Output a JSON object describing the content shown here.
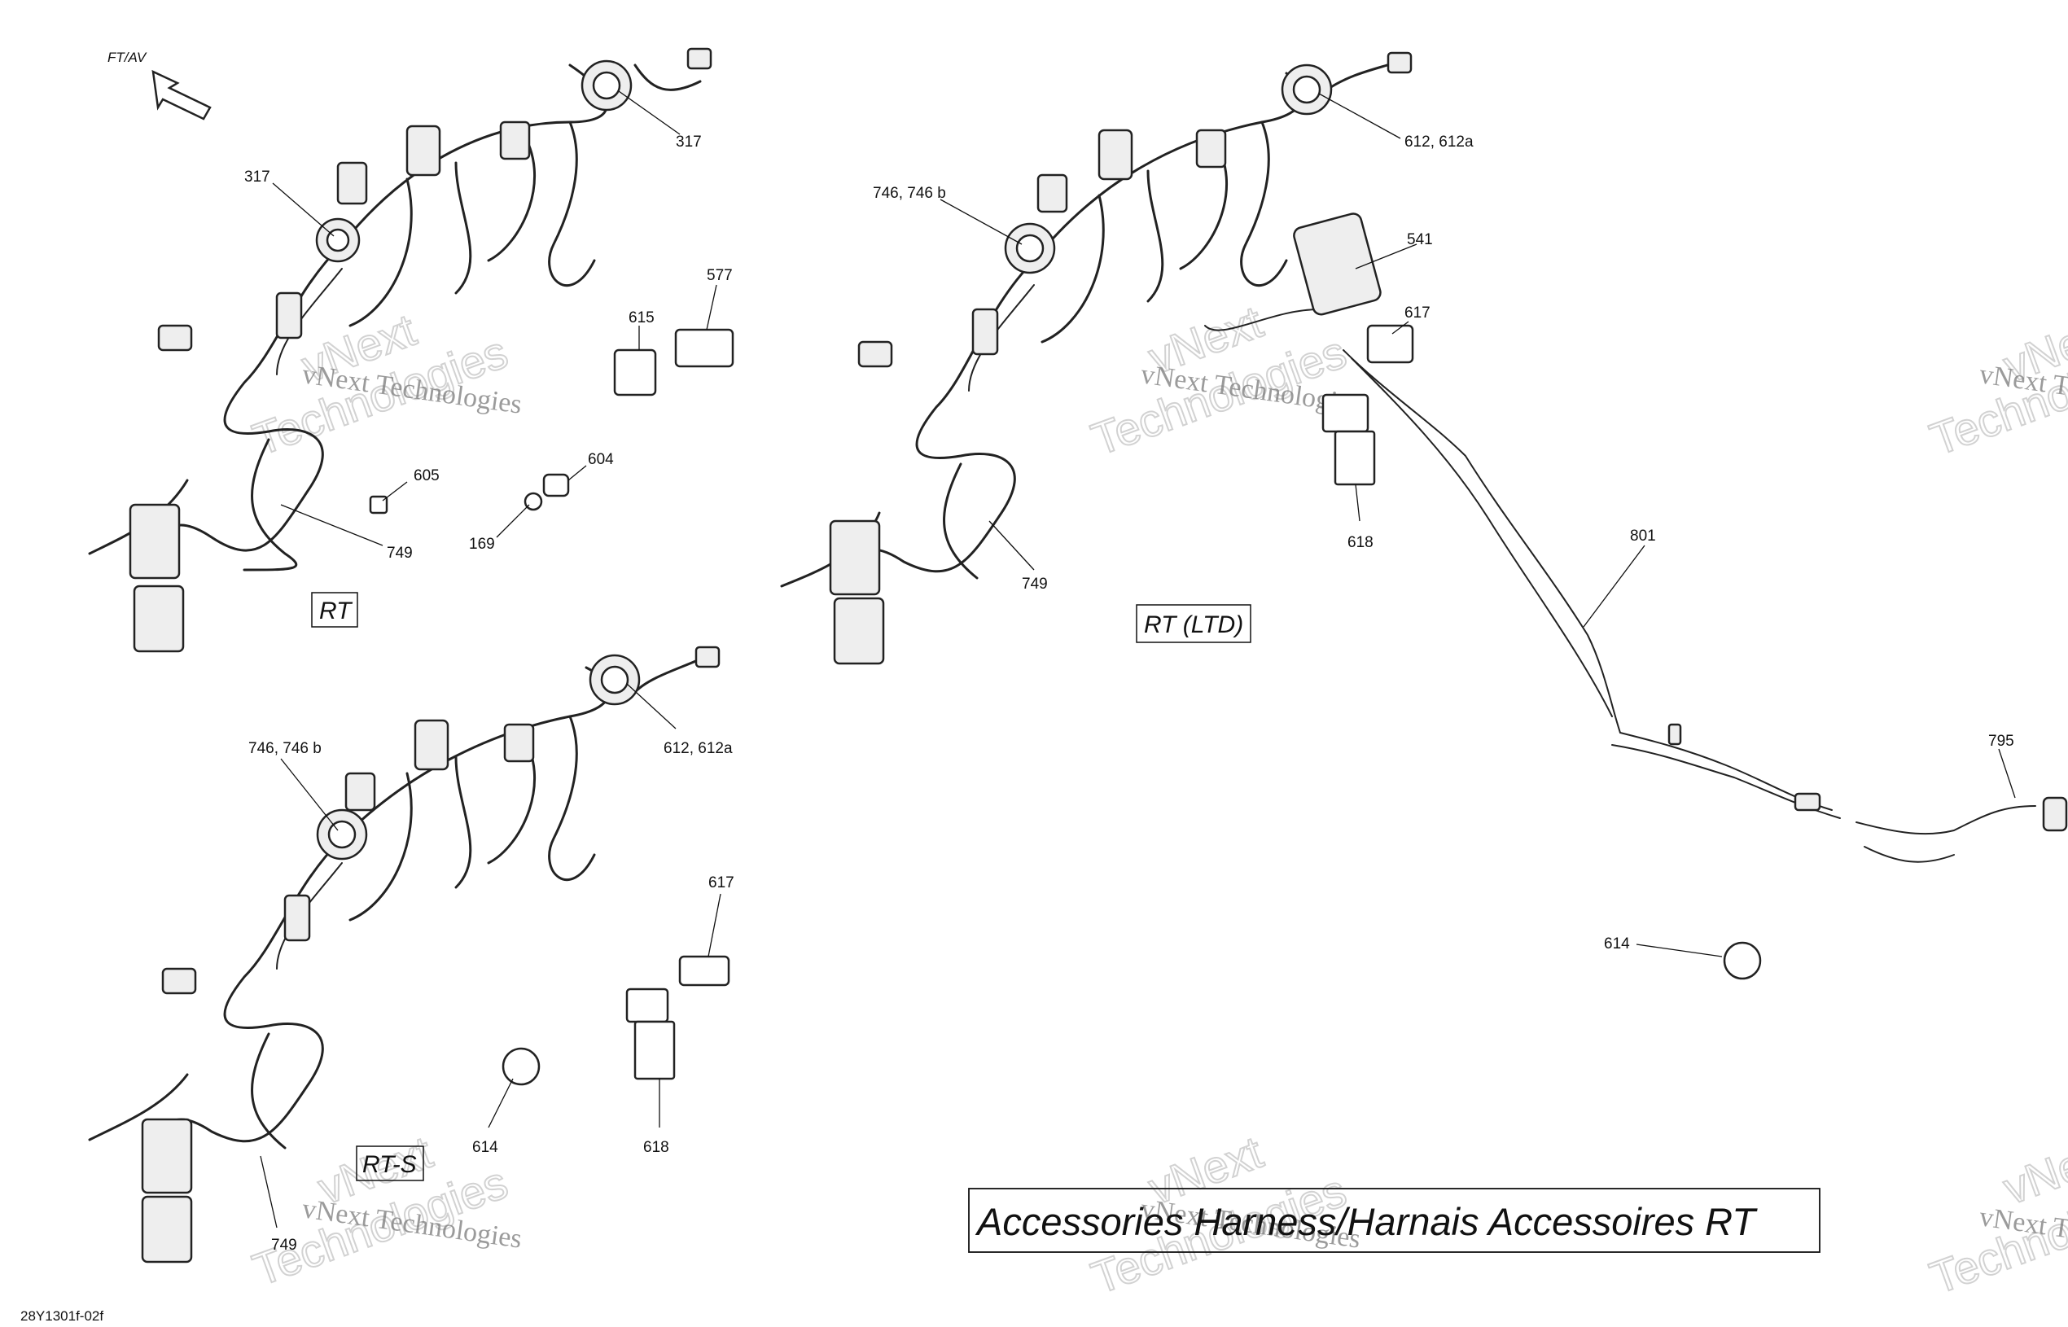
{
  "figure_id": "28Y1301f-02f",
  "direction_label": "FT/AV",
  "title": "Accessories Harness/Harnais Accessoires RT",
  "watermark": {
    "line1": "vNext Technologies",
    "big1": "vNext",
    "big2": "Technologies"
  },
  "variants": {
    "rt": "RT",
    "rt_ltd": "RT (LTD)",
    "rt_s": "RT-S"
  },
  "callouts": {
    "rt_317_top": "317",
    "rt_317_left": "317",
    "rt_615": "615",
    "rt_577": "577",
    "rt_605": "605",
    "rt_604": "604",
    "rt_169": "169",
    "rt_749": "749",
    "rts_746": "746, 746 b",
    "rts_612": "612, 612a",
    "rts_617": "617",
    "rts_614": "614",
    "rts_618": "618",
    "rts_749": "749",
    "ltd_746": "746, 746 b",
    "ltd_612": "612, 612a",
    "ltd_541": "541",
    "ltd_617": "617",
    "ltd_618": "618",
    "ltd_749": "749",
    "ltd_801": "801",
    "ltd_795": "795",
    "ltd_614": "614"
  }
}
